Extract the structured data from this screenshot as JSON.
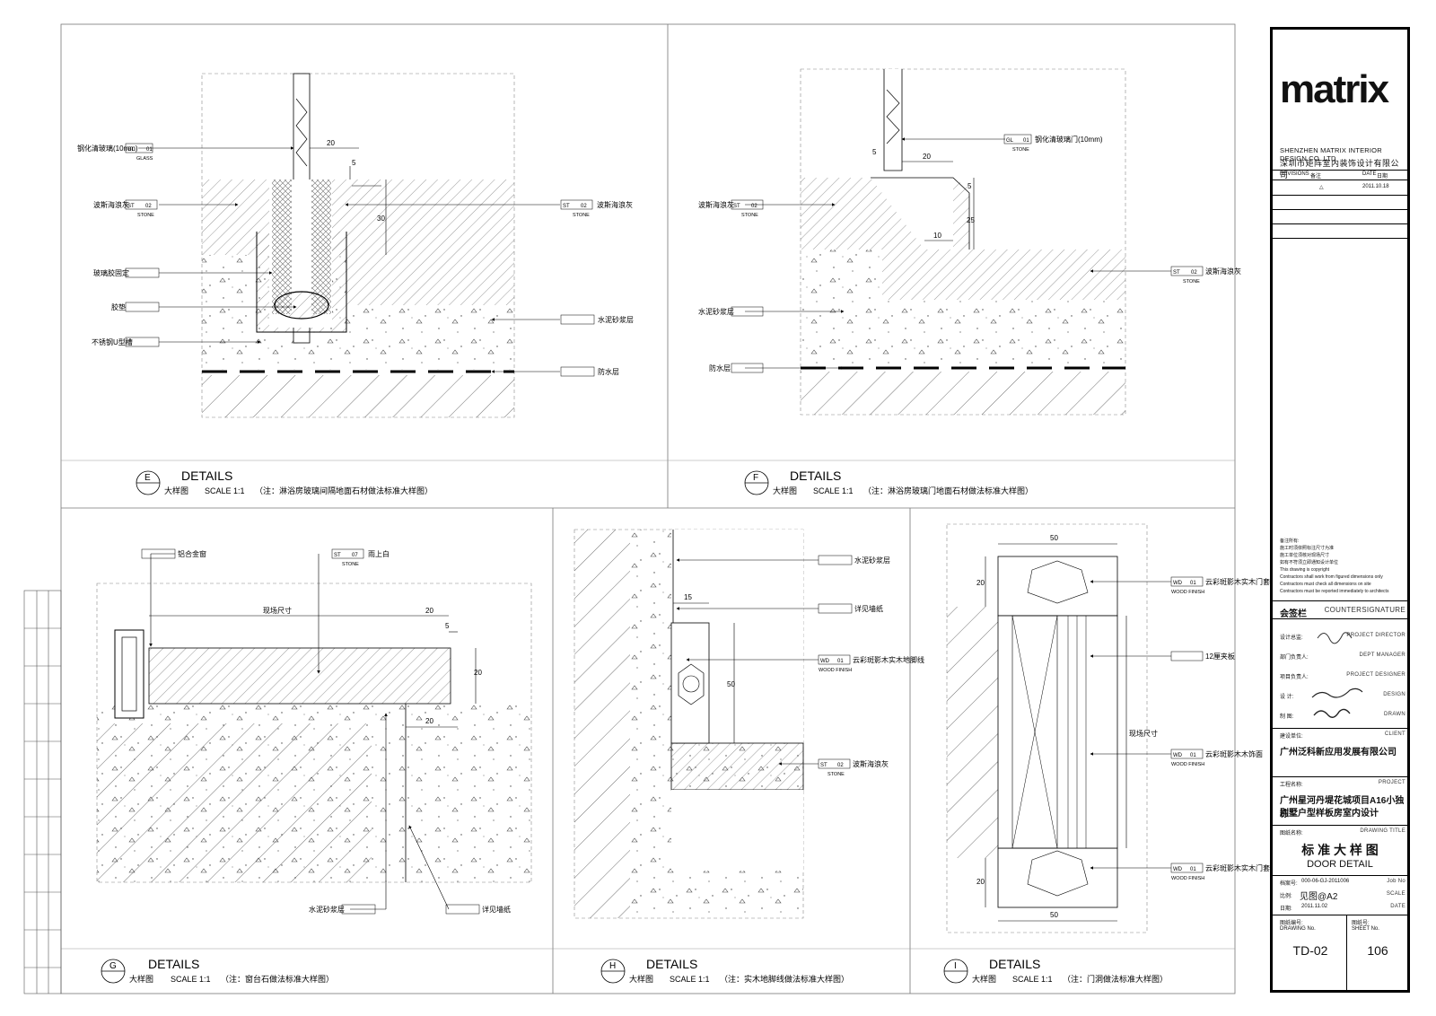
{
  "details": {
    "E": {
      "letter": "E",
      "heading": "DETAILS",
      "caption": "大样图",
      "scale": "SCALE  1:1",
      "note": "（注：淋浴房玻璃间隔地面石材做法标准大样图）",
      "labels": {
        "glass": "钢化清玻璃(10mm)",
        "glass_code": "GL",
        "glass_num": "01",
        "glass_sub": "GLASS",
        "stone_l": "波斯海浪灰",
        "stone_r": "波斯海浪灰",
        "st": "ST",
        "st_num": "02",
        "stone_sub": "STONE",
        "glue": "玻璃胶固定",
        "pad": "胶垫",
        "steel": "不锈钢U型槽",
        "cement": "水泥砂浆层",
        "waterproof": "防水层",
        "d20": "20",
        "d5": "5",
        "d30": "30"
      }
    },
    "F": {
      "letter": "F",
      "heading": "DETAILS",
      "caption": "大样图",
      "scale": "SCALE  1:1",
      "note": "（注：淋浴房玻璃门地面石材做法标准大样图）",
      "labels": {
        "glass": "钢化清玻璃门(10mm)",
        "glass_code": "GL",
        "glass_num": "01",
        "stone_sub": "STONE",
        "stone_l": "波斯海浪灰",
        "stone_r": "波斯海浪灰",
        "st": "ST",
        "st_num": "02",
        "cement": "水泥砂浆层",
        "waterproof": "防水层",
        "d20": "20",
        "d5": "5",
        "d25": "25",
        "d10": "10"
      }
    },
    "G": {
      "letter": "G",
      "heading": "DETAILS",
      "caption": "大样图",
      "scale": "SCALE  1:1",
      "note": "（注：窗台石做法标准大样图）",
      "labels": {
        "window": "铝合金窗",
        "stone": "雨上白",
        "st": "ST",
        "st_num": "07",
        "stone_sub": "STONE",
        "site": "现场尺寸",
        "cement": "水泥砂浆层",
        "wallpaper": "详见墙纸",
        "d20": "20",
        "d5": "5"
      }
    },
    "H": {
      "letter": "H",
      "heading": "DETAILS",
      "caption": "大样图",
      "scale": "SCALE  1:1",
      "note": "（注：实木地脚线做法标准大样图）",
      "labels": {
        "cement": "水泥砂浆层",
        "wallpaper": "详见墙纸",
        "wood": "云彩斑影木实木地脚线",
        "wd": "WD",
        "wd_num": "01",
        "wood_sub": "WOOD FINISH",
        "stone": "波斯海浪灰",
        "st": "ST",
        "st_num": "02",
        "stone_sub": "STONE",
        "d15": "15",
        "d50": "50"
      }
    },
    "I": {
      "letter": "I",
      "heading": "DETAILS",
      "caption": "大样图",
      "scale": "SCALE  1:1",
      "note": "（注：门洞做法标准大样图）",
      "labels": {
        "wood_top": "云彩斑影木实木门套线",
        "wood_mid": "云彩斑影木木饰面",
        "wood_bot": "云彩斑影木实木门套线",
        "plywood": "12厘夹板",
        "wd": "WD",
        "wd_num": "01",
        "wood_sub": "WOOD FINISH",
        "site": "现场尺寸",
        "d50": "50",
        "d20": "20"
      }
    }
  },
  "title_block": {
    "logo": "matrix",
    "company_en": "SHENZHEN MATRIX INTERIOR DESIGN CO.,LTD",
    "company_cn": "深圳市矩阵室内装饰设计有限公司",
    "rev_label": "REVISIONS",
    "rev_cn": "备注",
    "date_label": "DATE",
    "date_cn": "日期",
    "rev_date": "2011.10.18",
    "notes": [
      "备注所有:",
      "施工时须依照标注尺寸为准",
      "施工单位须核对现场尺寸",
      "如有不符须立即通知设计单位",
      "This drawing is copyright",
      "Contractors shall work from figured dimensions only",
      "Contractors must check all dimensions on site",
      "Contractors must be reported immediately to architects"
    ],
    "countersign_cn": "会签栏",
    "countersign_en": "COUNTERSIGNATURE",
    "roles": [
      {
        "cn": "设计总监:",
        "en": "PROJECT DIRECTOR"
      },
      {
        "cn": "部门负责人:",
        "en": "DEPT MANAGER"
      },
      {
        "cn": "项目负责人:",
        "en": "PROJECT DESIGNER"
      },
      {
        "cn": "设  计:",
        "en": "DESIGN"
      },
      {
        "cn": "制  图:",
        "en": "DRAWN"
      }
    ],
    "client_cn": "建设单位:",
    "client_en": "CLIENT",
    "client": "广州泛科新应用发展有限公司",
    "project_cn": "工程名称:",
    "project_en": "PROJECT",
    "project_1": "广州星河丹堤花城项目A16小独栋",
    "project_2": "别墅户型样板房室内设计",
    "dtitle_cn": "图纸名称:",
    "dtitle_en": "DRAWING TITLE",
    "dtitle": "标 准 大 样 图",
    "dtitle_sub": "DOOR DETAIL",
    "job_cn": "档案号:",
    "job": "000-06-GJ-2011006",
    "job_en": "Job No",
    "scale_cn": "比例:",
    "scale": "见图@A2",
    "scale_en": "SCALE",
    "date_cn2": "日期:",
    "date": "2011.11.02",
    "date_en": "DATE",
    "dwgno_cn": "图纸编号:",
    "dwgno_en": "DRAWING No.",
    "dwgno": "TD-02",
    "sheet_cn": "图纸号:",
    "sheet_en": "SHEET No.",
    "sheet": "106"
  }
}
